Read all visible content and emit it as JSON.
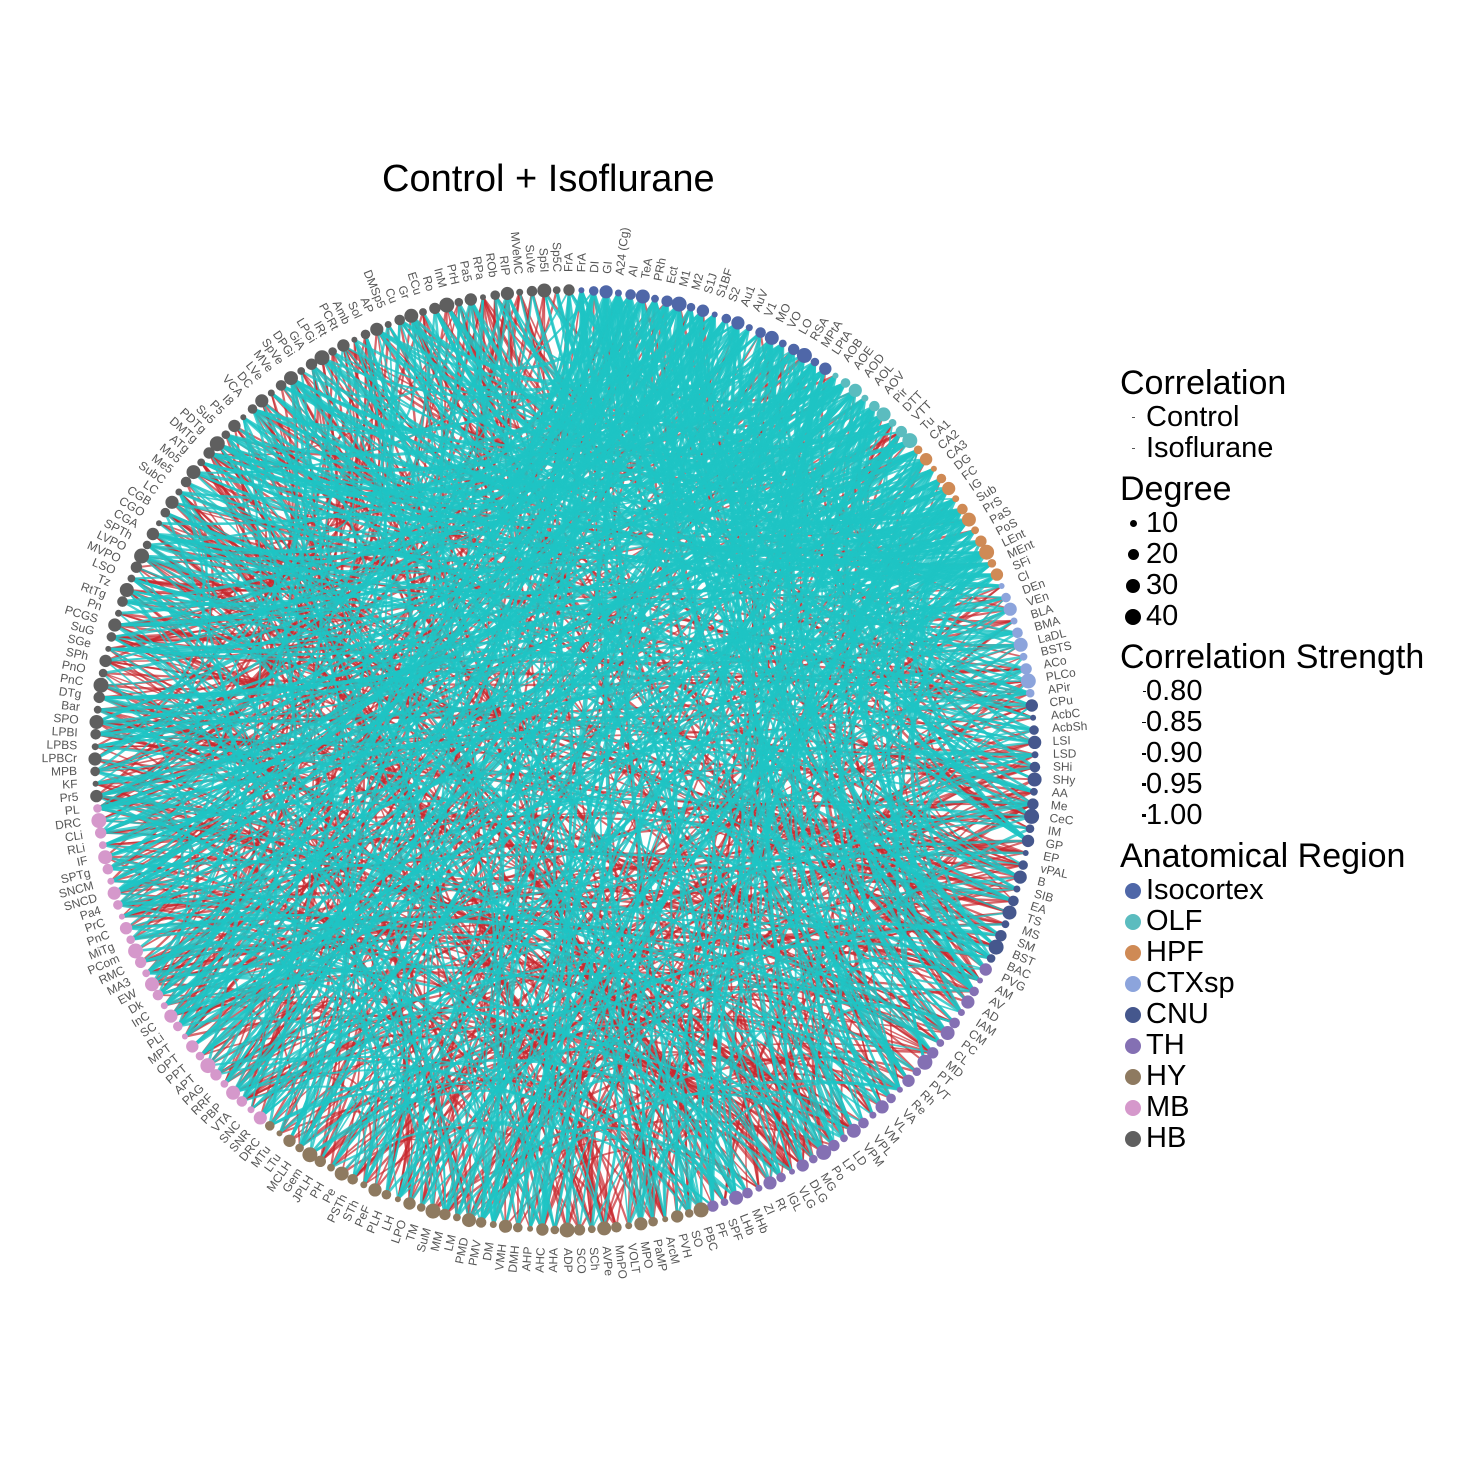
{
  "title": "Control + Isoflurane",
  "colors": {
    "control_edge": "#c8282d",
    "isoflurane_edge": "#1ec4c4",
    "label_text": "#555555"
  },
  "legend": {
    "correlation": {
      "title": "Correlation",
      "items": [
        "Control",
        "Isoflurane"
      ]
    },
    "degree": {
      "title": "Degree",
      "items": [
        "10",
        "20",
        "30",
        "40"
      ]
    },
    "strength": {
      "title": "Correlation Strength",
      "items": [
        "0.80",
        "0.85",
        "0.90",
        "0.95",
        "1.00"
      ]
    },
    "region": {
      "title": "Anatomical Region",
      "items": [
        {
          "label": "Isocortex",
          "color": "#4f67a8"
        },
        {
          "label": "OLF",
          "color": "#5bbcbf"
        },
        {
          "label": "HPF",
          "color": "#cf8a55"
        },
        {
          "label": "CTXsp",
          "color": "#8ca4dc"
        },
        {
          "label": "CNU",
          "color": "#45578d"
        },
        {
          "label": "TH",
          "color": "#8470b3"
        },
        {
          "label": "HY",
          "color": "#8e7a60"
        },
        {
          "label": "MB",
          "color": "#d598cb"
        },
        {
          "label": "HB",
          "color": "#5f5f5f"
        }
      ]
    }
  },
  "nodes": [
    {
      "n": "FrA",
      "r": "Isocortex"
    },
    {
      "n": "DI",
      "r": "Isocortex"
    },
    {
      "n": "GI",
      "r": "Isocortex"
    },
    {
      "n": "A24 (Cg)",
      "r": "Isocortex"
    },
    {
      "n": "AI",
      "r": "Isocortex"
    },
    {
      "n": "TeA",
      "r": "Isocortex"
    },
    {
      "n": "PRh",
      "r": "Isocortex"
    },
    {
      "n": "Ect",
      "r": "Isocortex"
    },
    {
      "n": "M1",
      "r": "Isocortex"
    },
    {
      "n": "M2",
      "r": "Isocortex"
    },
    {
      "n": "S1J",
      "r": "Isocortex"
    },
    {
      "n": "S1BF",
      "r": "Isocortex"
    },
    {
      "n": "S2",
      "r": "Isocortex"
    },
    {
      "n": "Au1",
      "r": "Isocortex"
    },
    {
      "n": "AuV",
      "r": "Isocortex"
    },
    {
      "n": "V1",
      "r": "Isocortex"
    },
    {
      "n": "MO",
      "r": "Isocortex"
    },
    {
      "n": "VO",
      "r": "Isocortex"
    },
    {
      "n": "LO",
      "r": "Isocortex"
    },
    {
      "n": "RSA",
      "r": "Isocortex"
    },
    {
      "n": "MPtA",
      "r": "Isocortex"
    },
    {
      "n": "LPtA",
      "r": "Isocortex"
    },
    {
      "n": "AOB",
      "r": "OLF"
    },
    {
      "n": "AOE",
      "r": "OLF"
    },
    {
      "n": "AOD",
      "r": "OLF"
    },
    {
      "n": "AOL",
      "r": "OLF"
    },
    {
      "n": "AOV",
      "r": "OLF"
    },
    {
      "n": "Pir",
      "r": "OLF"
    },
    {
      "n": "DTT",
      "r": "OLF"
    },
    {
      "n": "VTT",
      "r": "OLF"
    },
    {
      "n": "Tu",
      "r": "OLF"
    },
    {
      "n": "CA1",
      "r": "HPF"
    },
    {
      "n": "CA2",
      "r": "HPF"
    },
    {
      "n": "CA3",
      "r": "HPF"
    },
    {
      "n": "DG",
      "r": "HPF"
    },
    {
      "n": "FC",
      "r": "HPF"
    },
    {
      "n": "IG",
      "r": "HPF"
    },
    {
      "n": "Sub",
      "r": "HPF"
    },
    {
      "n": "PrS",
      "r": "HPF"
    },
    {
      "n": "PaS",
      "r": "HPF"
    },
    {
      "n": "PoS",
      "r": "HPF"
    },
    {
      "n": "LEnt",
      "r": "HPF"
    },
    {
      "n": "MEnt",
      "r": "HPF"
    },
    {
      "n": "SFi",
      "r": "HPF"
    },
    {
      "n": "Cl",
      "r": "CTXsp"
    },
    {
      "n": "DEn",
      "r": "CTXsp"
    },
    {
      "n": "VEn",
      "r": "CTXsp"
    },
    {
      "n": "BLA",
      "r": "CTXsp"
    },
    {
      "n": "BMA",
      "r": "CTXsp"
    },
    {
      "n": "LaDL",
      "r": "CTXsp"
    },
    {
      "n": "BSTS",
      "r": "CTXsp"
    },
    {
      "n": "ACo",
      "r": "CTXsp"
    },
    {
      "n": "PLCo",
      "r": "CTXsp"
    },
    {
      "n": "APir",
      "r": "CTXsp"
    },
    {
      "n": "CPu",
      "r": "CNU"
    },
    {
      "n": "AcbC",
      "r": "CNU"
    },
    {
      "n": "AcbSh",
      "r": "CNU"
    },
    {
      "n": "LSI",
      "r": "CNU"
    },
    {
      "n": "LSD",
      "r": "CNU"
    },
    {
      "n": "SHi",
      "r": "CNU"
    },
    {
      "n": "SHy",
      "r": "CNU"
    },
    {
      "n": "AA",
      "r": "CNU"
    },
    {
      "n": "Me",
      "r": "CNU"
    },
    {
      "n": "CeC",
      "r": "CNU"
    },
    {
      "n": "IM",
      "r": "CNU"
    },
    {
      "n": "GP",
      "r": "CNU"
    },
    {
      "n": "EP",
      "r": "CNU"
    },
    {
      "n": "vPAL",
      "r": "CNU"
    },
    {
      "n": "B",
      "r": "CNU"
    },
    {
      "n": "SIB",
      "r": "CNU"
    },
    {
      "n": "EA",
      "r": "CNU"
    },
    {
      "n": "TS",
      "r": "CNU"
    },
    {
      "n": "MS",
      "r": "CNU"
    },
    {
      "n": "SM",
      "r": "CNU"
    },
    {
      "n": "BST",
      "r": "CNU"
    },
    {
      "n": "BAC",
      "r": "CNU"
    },
    {
      "n": "PVG",
      "r": "TH"
    },
    {
      "n": "AM",
      "r": "TH"
    },
    {
      "n": "AV",
      "r": "TH"
    },
    {
      "n": "AD",
      "r": "TH"
    },
    {
      "n": "IAM",
      "r": "TH"
    },
    {
      "n": "CM",
      "r": "TH"
    },
    {
      "n": "PC",
      "r": "TH"
    },
    {
      "n": "CL",
      "r": "TH"
    },
    {
      "n": "MD",
      "r": "TH"
    },
    {
      "n": "PT",
      "r": "TH"
    },
    {
      "n": "PVT",
      "r": "TH"
    },
    {
      "n": "Rh",
      "r": "TH"
    },
    {
      "n": "Re",
      "r": "TH"
    },
    {
      "n": "VA",
      "r": "TH"
    },
    {
      "n": "VL",
      "r": "TH"
    },
    {
      "n": "VM",
      "r": "TH"
    },
    {
      "n": "VPL",
      "r": "TH"
    },
    {
      "n": "VPM",
      "r": "TH"
    },
    {
      "n": "LD",
      "r": "TH"
    },
    {
      "n": "LP",
      "r": "TH"
    },
    {
      "n": "Po",
      "r": "TH"
    },
    {
      "n": "MG",
      "r": "TH"
    },
    {
      "n": "DLG",
      "r": "TH"
    },
    {
      "n": "VLG",
      "r": "TH"
    },
    {
      "n": "IGL",
      "r": "TH"
    },
    {
      "n": "Rt",
      "r": "TH"
    },
    {
      "n": "ZI",
      "r": "TH"
    },
    {
      "n": "MHb",
      "r": "TH"
    },
    {
      "n": "LHb",
      "r": "TH"
    },
    {
      "n": "SPF",
      "r": "TH"
    },
    {
      "n": "PF",
      "r": "TH"
    },
    {
      "n": "PBC",
      "r": "HY"
    },
    {
      "n": "SO",
      "r": "HY"
    },
    {
      "n": "PVH",
      "r": "HY"
    },
    {
      "n": "ArcM",
      "r": "HY"
    },
    {
      "n": "PaMP",
      "r": "HY"
    },
    {
      "n": "MPO",
      "r": "HY"
    },
    {
      "n": "VOLT",
      "r": "HY"
    },
    {
      "n": "MnPO",
      "r": "HY"
    },
    {
      "n": "AVPe",
      "r": "HY"
    },
    {
      "n": "SCh",
      "r": "HY"
    },
    {
      "n": "SCO",
      "r": "HY"
    },
    {
      "n": "ADP",
      "r": "HY"
    },
    {
      "n": "AHA",
      "r": "HY"
    },
    {
      "n": "AHC",
      "r": "HY"
    },
    {
      "n": "AHP",
      "r": "HY"
    },
    {
      "n": "DMH",
      "r": "HY"
    },
    {
      "n": "VMH",
      "r": "HY"
    },
    {
      "n": "DM",
      "r": "HY"
    },
    {
      "n": "PMV",
      "r": "HY"
    },
    {
      "n": "PMD",
      "r": "HY"
    },
    {
      "n": "LM",
      "r": "HY"
    },
    {
      "n": "MM",
      "r": "HY"
    },
    {
      "n": "SuM",
      "r": "HY"
    },
    {
      "n": "TM",
      "r": "HY"
    },
    {
      "n": "LPO",
      "r": "HY"
    },
    {
      "n": "LH",
      "r": "HY"
    },
    {
      "n": "PLH",
      "r": "HY"
    },
    {
      "n": "PeF",
      "r": "HY"
    },
    {
      "n": "STh",
      "r": "HY"
    },
    {
      "n": "PSTh",
      "r": "HY"
    },
    {
      "n": "Pe",
      "r": "HY"
    },
    {
      "n": "PH",
      "r": "HY"
    },
    {
      "n": "JPLH",
      "r": "HY"
    },
    {
      "n": "Gem",
      "r": "HY"
    },
    {
      "n": "MCLH",
      "r": "HY"
    },
    {
      "n": "LTu",
      "r": "HY"
    },
    {
      "n": "MTu",
      "r": "HY"
    },
    {
      "n": "DRC",
      "r": "HY"
    },
    {
      "n": "SNR",
      "r": "MB"
    },
    {
      "n": "SNC",
      "r": "MB"
    },
    {
      "n": "VTA",
      "r": "MB"
    },
    {
      "n": "PBP",
      "r": "MB"
    },
    {
      "n": "RRF",
      "r": "MB"
    },
    {
      "n": "PAG",
      "r": "MB"
    },
    {
      "n": "APT",
      "r": "MB"
    },
    {
      "n": "PPT",
      "r": "MB"
    },
    {
      "n": "OPT",
      "r": "MB"
    },
    {
      "n": "MPT",
      "r": "MB"
    },
    {
      "n": "PLi",
      "r": "MB"
    },
    {
      "n": "SC",
      "r": "MB"
    },
    {
      "n": "InC",
      "r": "MB"
    },
    {
      "n": "Dk",
      "r": "MB"
    },
    {
      "n": "EW",
      "r": "MB"
    },
    {
      "n": "MA3",
      "r": "MB"
    },
    {
      "n": "RMC",
      "r": "MB"
    },
    {
      "n": "PCom",
      "r": "MB"
    },
    {
      "n": "MiTg",
      "r": "MB"
    },
    {
      "n": "PnC",
      "r": "MB"
    },
    {
      "n": "PrC",
      "r": "MB"
    },
    {
      "n": "Pa4",
      "r": "MB"
    },
    {
      "n": "SNCD",
      "r": "MB"
    },
    {
      "n": "SNCM",
      "r": "MB"
    },
    {
      "n": "SPTg",
      "r": "MB"
    },
    {
      "n": "IF",
      "r": "MB"
    },
    {
      "n": "RLi",
      "r": "MB"
    },
    {
      "n": "CLi",
      "r": "MB"
    },
    {
      "n": "DRC",
      "r": "MB"
    },
    {
      "n": "PL",
      "r": "MB"
    },
    {
      "n": "Pr5",
      "r": "HB"
    },
    {
      "n": "KF",
      "r": "HB"
    },
    {
      "n": "MPB",
      "r": "HB"
    },
    {
      "n": "LPBCr",
      "r": "HB"
    },
    {
      "n": "LPBS",
      "r": "HB"
    },
    {
      "n": "LPBI",
      "r": "HB"
    },
    {
      "n": "SPO",
      "r": "HB"
    },
    {
      "n": "Bar",
      "r": "HB"
    },
    {
      "n": "DTg",
      "r": "HB"
    },
    {
      "n": "PnC",
      "r": "HB"
    },
    {
      "n": "PnO",
      "r": "HB"
    },
    {
      "n": "SPh",
      "r": "HB"
    },
    {
      "n": "SGe",
      "r": "HB"
    },
    {
      "n": "SuG",
      "r": "HB"
    },
    {
      "n": "PCGS",
      "r": "HB"
    },
    {
      "n": "Pn",
      "r": "HB"
    },
    {
      "n": "RtTg",
      "r": "HB"
    },
    {
      "n": "Tz",
      "r": "HB"
    },
    {
      "n": "LSO",
      "r": "HB"
    },
    {
      "n": "MVPO",
      "r": "HB"
    },
    {
      "n": "LVPO",
      "r": "HB"
    },
    {
      "n": "SPTh",
      "r": "HB"
    },
    {
      "n": "CGA",
      "r": "HB"
    },
    {
      "n": "CGO",
      "r": "HB"
    },
    {
      "n": "CGB",
      "r": "HB"
    },
    {
      "n": "LC",
      "r": "HB"
    },
    {
      "n": "SubC",
      "r": "HB"
    },
    {
      "n": "Me5",
      "r": "HB"
    },
    {
      "n": "Mo5",
      "r": "HB"
    },
    {
      "n": "ATg",
      "r": "HB"
    },
    {
      "n": "DMTg",
      "r": "HB"
    },
    {
      "n": "PDTg",
      "r": "HB"
    },
    {
      "n": "Su5",
      "r": "HB"
    },
    {
      "n": "P5",
      "r": "HB"
    },
    {
      "n": "I8",
      "r": "HB"
    },
    {
      "n": "VCA",
      "r": "HB"
    },
    {
      "n": "DC",
      "r": "HB"
    },
    {
      "n": "LVe",
      "r": "HB"
    },
    {
      "n": "MVe",
      "r": "HB"
    },
    {
      "n": "SpVe",
      "r": "HB"
    },
    {
      "n": "DPGi",
      "r": "HB"
    },
    {
      "n": "GiA",
      "r": "HB"
    },
    {
      "n": "LPGi",
      "r": "HB"
    },
    {
      "n": "IRt",
      "r": "HB"
    },
    {
      "n": "PCRt",
      "r": "HB"
    },
    {
      "n": "Amb",
      "r": "HB"
    },
    {
      "n": "Sol",
      "r": "HB"
    },
    {
      "n": "AP",
      "r": "HB"
    },
    {
      "n": "DMSp5",
      "r": "HB"
    },
    {
      "n": "Cu",
      "r": "HB"
    },
    {
      "n": "Gr",
      "r": "HB"
    },
    {
      "n": "ECu",
      "r": "HB"
    },
    {
      "n": "Ro",
      "r": "HB"
    },
    {
      "n": "InM",
      "r": "HB"
    },
    {
      "n": "PrH",
      "r": "HB"
    },
    {
      "n": "Pa5",
      "r": "HB"
    },
    {
      "n": "RPa",
      "r": "HB"
    },
    {
      "n": "ROb",
      "r": "HB"
    },
    {
      "n": "RIP",
      "r": "HB"
    },
    {
      "n": "MVeMC",
      "r": "HB"
    },
    {
      "n": "SuVe",
      "r": "HB"
    },
    {
      "n": "Sp5I",
      "r": "HB"
    },
    {
      "n": "Sp5C",
      "r": "HB"
    },
    {
      "n": "FrA",
      "r": "HB"
    }
  ]
}
